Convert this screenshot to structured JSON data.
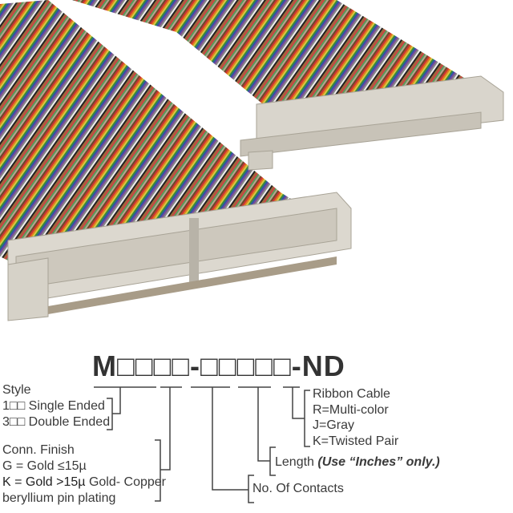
{
  "part_number": {
    "prefix": "M",
    "style_boxes": "□□□□",
    "sep1": "-",
    "length_boxes": "□□□□□",
    "suffix": "-ND"
  },
  "style": {
    "title": "Style",
    "single": "1□□ Single Ended",
    "double": "3□□ Double Ended"
  },
  "finish": {
    "title": "Conn. Finish",
    "g": "G = Gold ≤15µ",
    "k_bold": "K = Gold >15µ",
    "k_rest": " Gold- Copper",
    "k_line2": "beryllium pin plating"
  },
  "contacts": {
    "label": "No. Of Contacts"
  },
  "length": {
    "label": "Length ",
    "note": "(Use “Inches” only.)"
  },
  "cable": {
    "title": "Ribbon Cable",
    "r": "R=Multi-color",
    "j": "J=Gray",
    "k": "K=Twisted Pair"
  },
  "colors": {
    "connector": "#d9d5cc",
    "connector_shadow": "#b8b3a8",
    "line": "#444444"
  }
}
